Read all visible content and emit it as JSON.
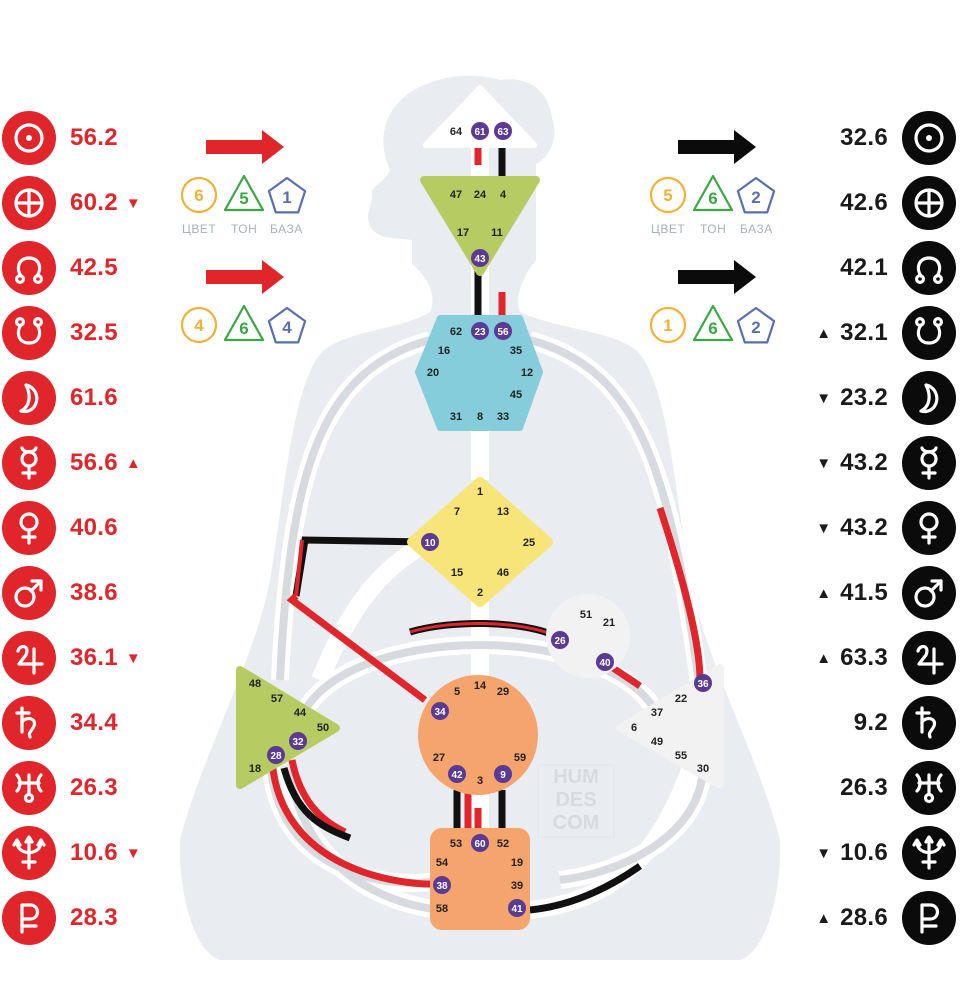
{
  "design": [
    {
      "planet": "sun-icon",
      "value": "56.2",
      "mark": ""
    },
    {
      "planet": "earth-icon",
      "value": "60.2",
      "mark": "▼"
    },
    {
      "planet": "north-node-icon",
      "value": "42.5",
      "mark": ""
    },
    {
      "planet": "south-node-icon",
      "value": "32.5",
      "mark": ""
    },
    {
      "planet": "moon-icon",
      "value": "61.6",
      "mark": ""
    },
    {
      "planet": "mercury-icon",
      "value": "56.6",
      "mark": "▲"
    },
    {
      "planet": "venus-icon",
      "value": "40.6",
      "mark": ""
    },
    {
      "planet": "mars-icon",
      "value": "38.6",
      "mark": ""
    },
    {
      "planet": "jupiter-icon",
      "value": "36.1",
      "mark": "▼"
    },
    {
      "planet": "saturn-icon",
      "value": "34.4",
      "mark": ""
    },
    {
      "planet": "uranus-icon",
      "value": "26.3",
      "mark": ""
    },
    {
      "planet": "neptune-icon",
      "value": "10.6",
      "mark": "▼"
    },
    {
      "planet": "pluto-icon",
      "value": "28.3",
      "mark": ""
    }
  ],
  "personality": [
    {
      "planet": "sun-icon",
      "value": "32.6",
      "mark": ""
    },
    {
      "planet": "earth-icon",
      "value": "42.6",
      "mark": ""
    },
    {
      "planet": "north-node-icon",
      "value": "42.1",
      "mark": ""
    },
    {
      "planet": "south-node-icon",
      "value": "32.1",
      "mark": "▲"
    },
    {
      "planet": "moon-icon",
      "value": "23.2",
      "mark": "▼"
    },
    {
      "planet": "mercury-icon",
      "value": "43.2",
      "mark": "▼"
    },
    {
      "planet": "venus-icon",
      "value": "43.2",
      "mark": "▼"
    },
    {
      "planet": "mars-icon",
      "value": "41.5",
      "mark": "▲"
    },
    {
      "planet": "jupiter-icon",
      "value": "63.3",
      "mark": "▲"
    },
    {
      "planet": "saturn-icon",
      "value": "9.2",
      "mark": ""
    },
    {
      "planet": "uranus-icon",
      "value": "26.3",
      "mark": ""
    },
    {
      "planet": "neptune-icon",
      "value": "10.6",
      "mark": "▼"
    },
    {
      "planet": "pluto-icon",
      "value": "28.6",
      "mark": "▲"
    }
  ],
  "variables": {
    "captions": {
      "color": "ЦВЕТ",
      "tone": "ТОН",
      "base": "БАЗА"
    },
    "design_top": {
      "color": "6",
      "tone": "5",
      "base": "1"
    },
    "design_bottom": {
      "color": "4",
      "tone": "6",
      "base": "4"
    },
    "personality_top": {
      "color": "5",
      "tone": "6",
      "base": "2"
    },
    "personality_bottom": {
      "color": "1",
      "tone": "6",
      "base": "2"
    }
  },
  "watermark": [
    "HUM",
    "DES",
    "COM"
  ],
  "colors": {
    "design": "#e0262b",
    "personality": "#0b0b0b",
    "activated_gate": "#5b3a94",
    "head": "#ffffff",
    "ajna": "#b6cc63",
    "throat": "#86cddc",
    "g_center": "#f7e57a",
    "sacral": "#f5a46e",
    "root": "#f5a46e",
    "spleen": "#b6cc63",
    "solar_plexus": "#f2f2f2",
    "ego": "#f2f2f2",
    "color_var": "#f2b134",
    "tone_var": "#3aa644",
    "base_var": "#5a6fb0"
  },
  "centers": {
    "head": {
      "gates": [
        "64",
        "61",
        "63"
      ]
    },
    "ajna": {
      "gates": [
        "47",
        "24",
        "4",
        "17",
        "11",
        "43"
      ]
    },
    "throat": {
      "gates": [
        "62",
        "23",
        "56",
        "16",
        "35",
        "20",
        "12",
        "45",
        "31",
        "8",
        "33"
      ]
    },
    "g": {
      "gates": [
        "1",
        "7",
        "13",
        "10",
        "25",
        "15",
        "46",
        "2"
      ]
    },
    "ego": {
      "gates": [
        "51",
        "21",
        "26",
        "40"
      ]
    },
    "spleen": {
      "gates": [
        "48",
        "57",
        "44",
        "50",
        "28",
        "32",
        "18"
      ]
    },
    "sacral": {
      "gates": [
        "5",
        "14",
        "29",
        "34",
        "27",
        "59",
        "42",
        "3",
        "9"
      ]
    },
    "solar_plexus": {
      "gates": [
        "36",
        "22",
        "37",
        "6",
        "49",
        "55",
        "30"
      ]
    },
    "root": {
      "gates": [
        "53",
        "60",
        "52",
        "54",
        "19",
        "38",
        "39",
        "58",
        "41"
      ]
    }
  },
  "activated_gates": [
    "61",
    "63",
    "43",
    "23",
    "56",
    "10",
    "26",
    "40",
    "34",
    "28",
    "32",
    "42",
    "9",
    "36",
    "60",
    "38",
    "41"
  ],
  "channels": [
    {
      "gates": "61-24",
      "design": true,
      "personality": true
    },
    {
      "gates": "63-4",
      "design": false,
      "personality": true
    },
    {
      "gates": "43-23",
      "design": true,
      "personality": true
    },
    {
      "gates": "10-34",
      "design": true,
      "personality": true
    },
    {
      "gates": "26-44",
      "design": true,
      "personality": true
    },
    {
      "gates": "40-37",
      "design": true,
      "personality": false
    },
    {
      "gates": "36-35",
      "design": true,
      "personality": false
    },
    {
      "gates": "32-54",
      "design": true,
      "personality": true
    },
    {
      "gates": "28-38",
      "design": true,
      "personality": false
    },
    {
      "gates": "41-30",
      "design": false,
      "personality": true
    },
    {
      "gates": "42-53",
      "design": true,
      "personality": true
    },
    {
      "gates": "9-52",
      "design": false,
      "personality": true
    },
    {
      "gates": "3-60",
      "design": true,
      "personality": false
    }
  ]
}
